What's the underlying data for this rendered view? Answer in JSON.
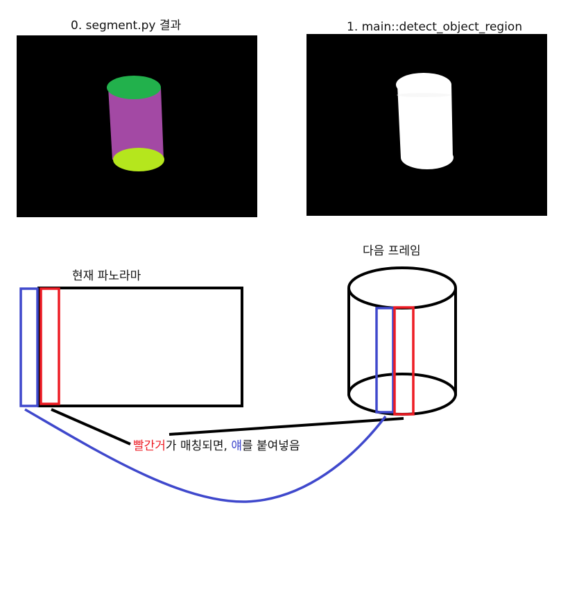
{
  "panels": {
    "segment": {
      "title": "0. segment.py 결과"
    },
    "detect": {
      "title": "1. main::detect_object_region"
    }
  },
  "labels": {
    "current_panorama": "현재 파노라마",
    "next_frame": "다음 프레임"
  },
  "note": {
    "red_word": "빨간거",
    "mid_text": "가 매칭되면, ",
    "blue_word": "얘",
    "end_text": "를 붙여넣음"
  },
  "colors": {
    "segment_top": "#22b14c",
    "segment_body": "#a349a4",
    "segment_bottom": "#b5e61d",
    "mask": "#ffffff",
    "red_strip": "#ed1c24",
    "blue_strip": "#3f48cc",
    "outline": "#000000"
  }
}
